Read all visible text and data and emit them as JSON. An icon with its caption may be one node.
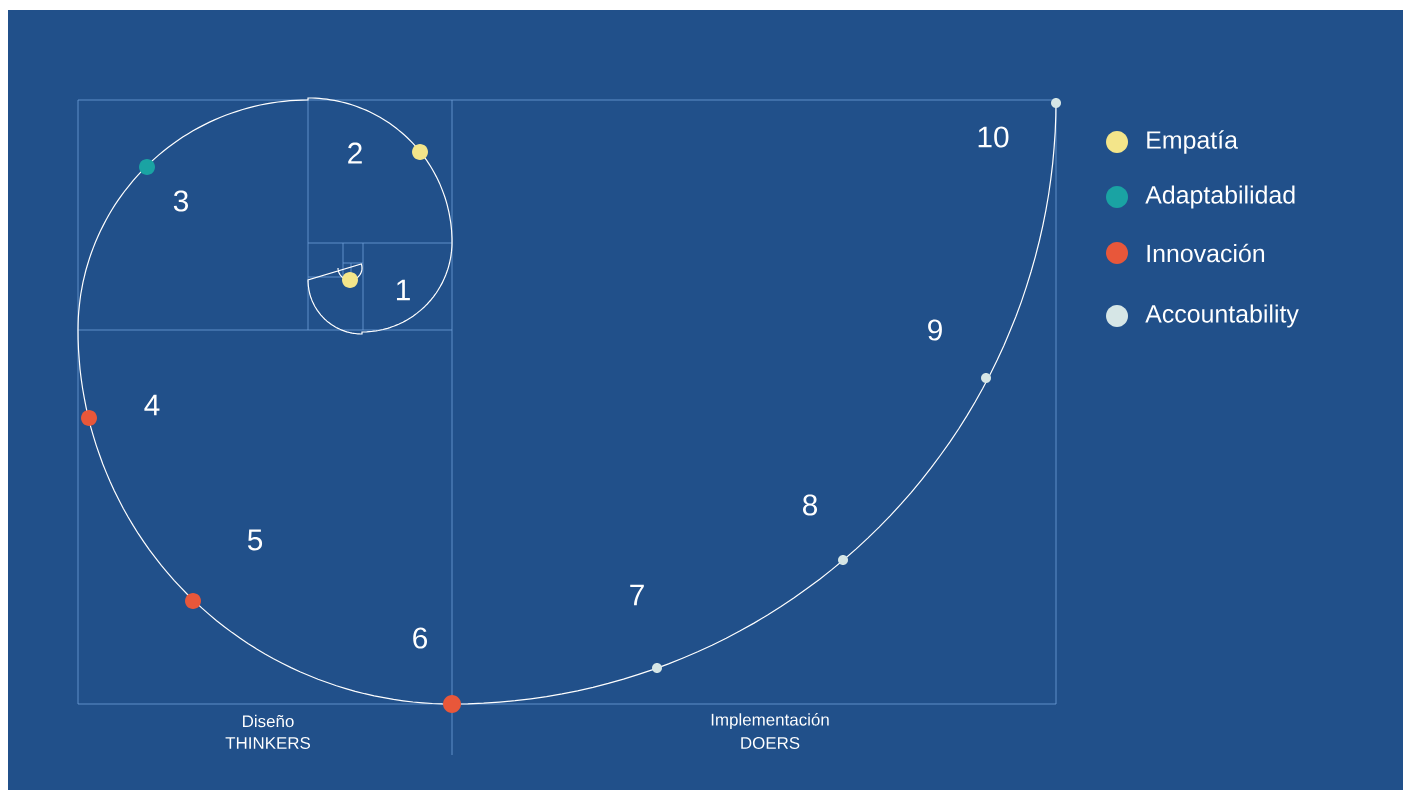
{
  "diagram": {
    "labels": [
      "1",
      "2",
      "3",
      "4",
      "5",
      "6",
      "7",
      "8",
      "9",
      "10",
      "Diseño",
      "THINKERS",
      "Implementación",
      "DOERS"
    ],
    "legend": [
      {
        "text": "Empatía",
        "color": "#f3e58a"
      },
      {
        "text": "Adaptabilidad",
        "color": "#1aa3a3"
      },
      {
        "text": "Innovación",
        "color": "#e8573a"
      },
      {
        "text": "Accountability",
        "color": "#d6e6e6"
      }
    ]
  }
}
